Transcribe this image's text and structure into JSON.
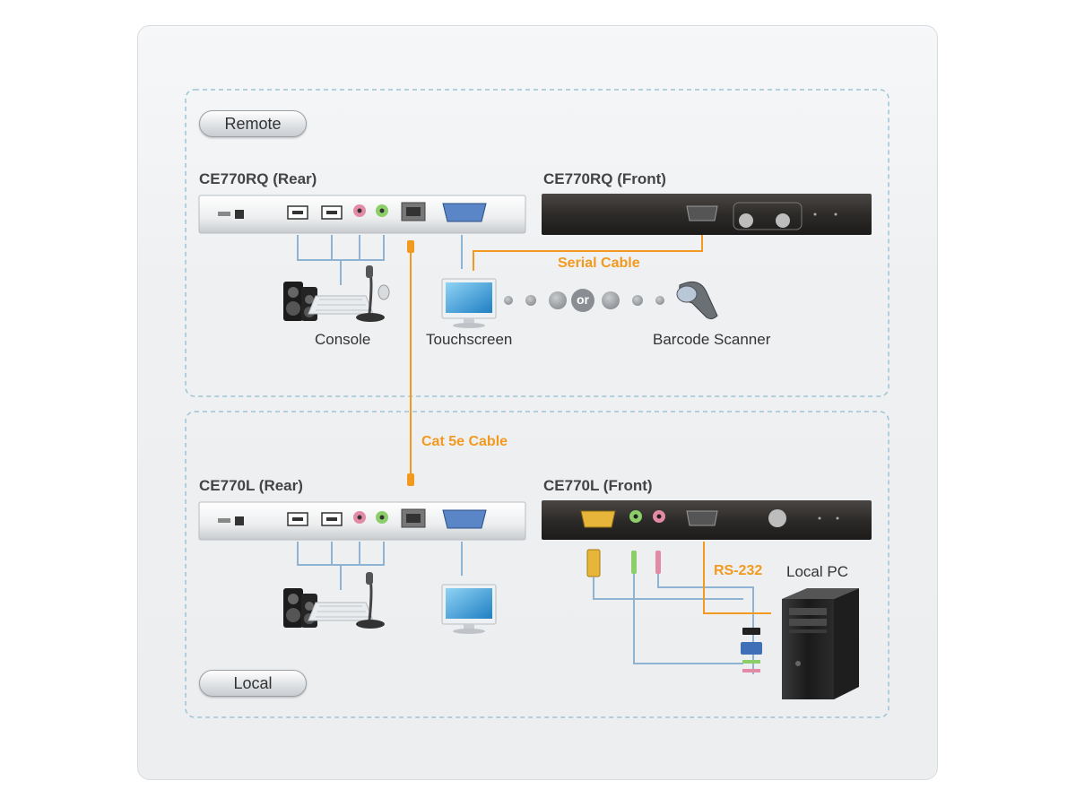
{
  "sections": {
    "remote_label": "Remote",
    "local_label": "Local"
  },
  "devices": {
    "remote_rear_title": "CE770RQ (Rear)",
    "remote_front_title": "CE770RQ (Front)",
    "local_rear_title": "CE770L (Rear)",
    "local_front_title": "CE770L (Front)"
  },
  "labels": {
    "console": "Console",
    "touchscreen": "Touchscreen",
    "barcode_scanner": "Barcode Scanner",
    "or": "or",
    "local_pc": "Local PC"
  },
  "cables": {
    "serial": "Serial Cable",
    "cat5e": "Cat 5e Cable",
    "rs232": "RS-232"
  },
  "colors": {
    "accent_orange": "#f29a1f",
    "cable_blue": "#8fb3d3",
    "dashed_border": "#9ec3d6",
    "device_dark": "#2d2b29"
  }
}
